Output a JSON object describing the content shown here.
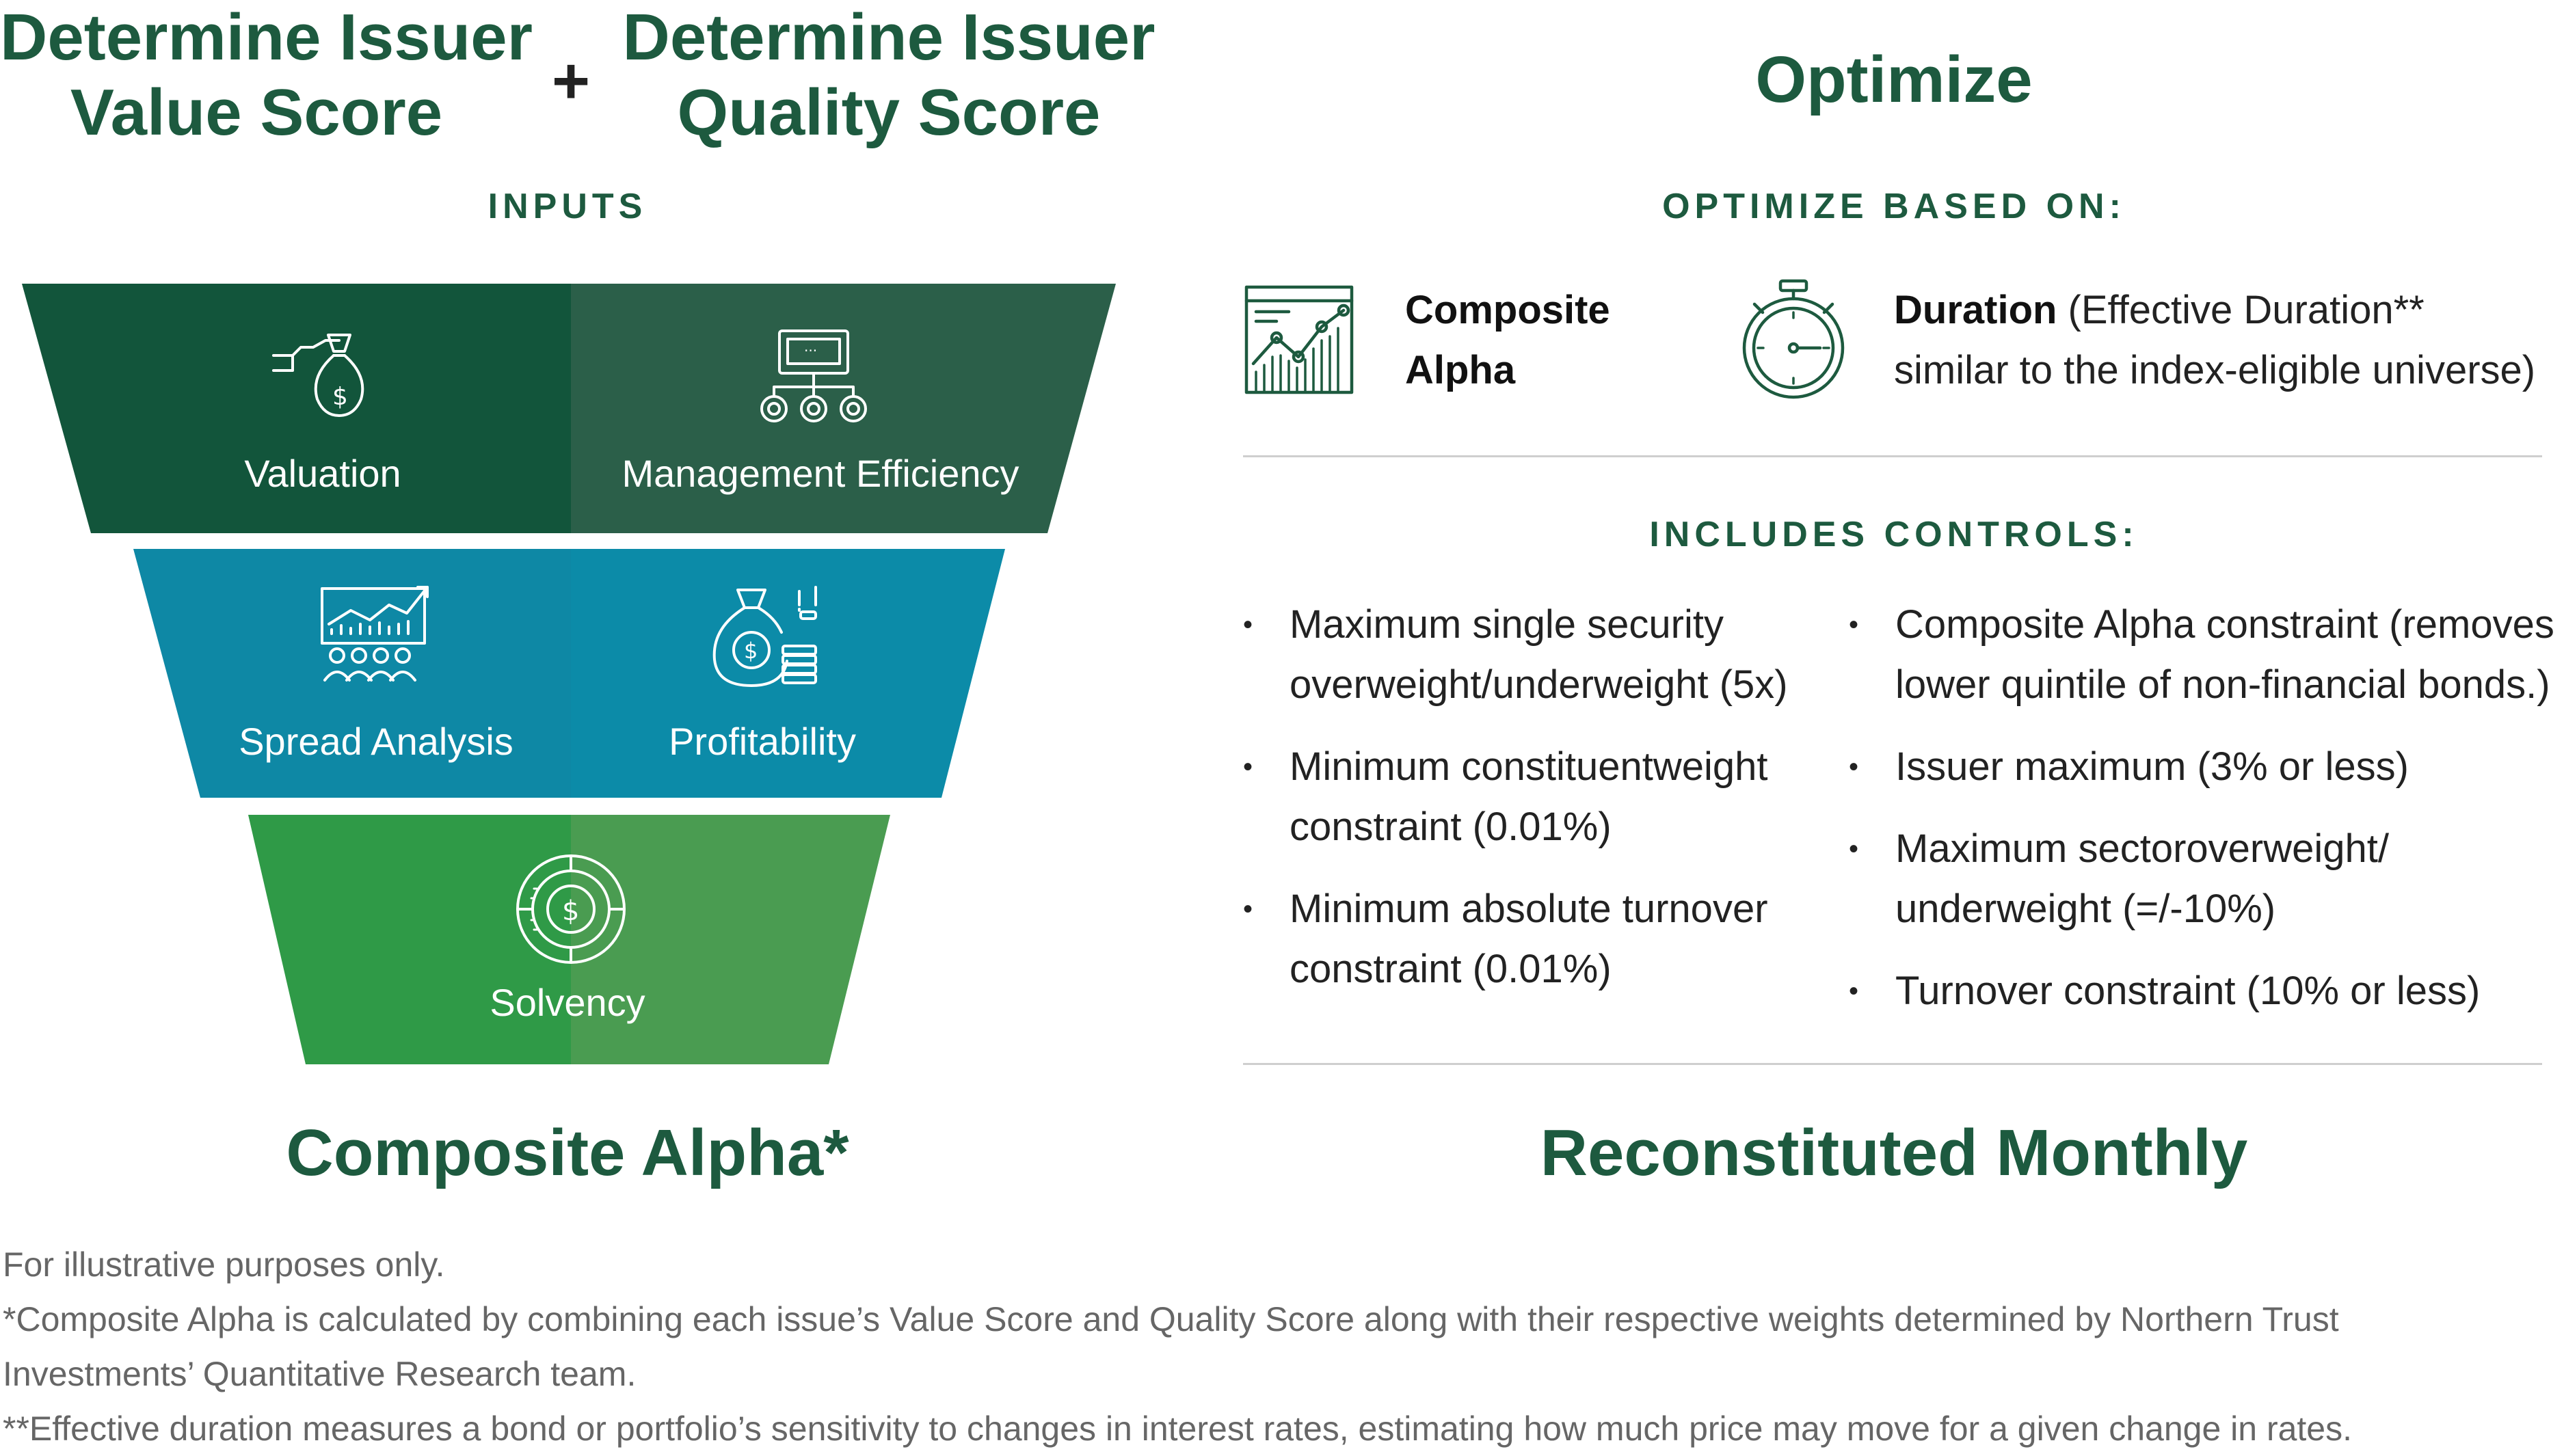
{
  "header": {
    "left_title_line1": "Determine Issuer",
    "left_title_line2": "Value Score",
    "plus": "+",
    "mid_title_line1": "Determine Issuer",
    "mid_title_line2": "Quality Score",
    "right_title": "Optimize"
  },
  "inputs": {
    "label": "INPUTS",
    "tiers": [
      {
        "label": "Valuation",
        "icon": "money-bag-hand-icon"
      },
      {
        "label": "Management Efficiency",
        "icon": "computer-network-icon"
      },
      {
        "label": "Spread Analysis",
        "icon": "chart-audience-icon"
      },
      {
        "label": "Profitability",
        "icon": "money-bag-coins-icon"
      },
      {
        "label": "Solvency",
        "icon": "dollar-dial-icon"
      }
    ],
    "colors": {
      "tier1_left": "#12553b",
      "tier1_right": "#2b5f49",
      "tier2_left": "#0e88a5",
      "tier2_right": "#0c8ba8",
      "tier3_left": "#2f9a47",
      "tier3_right": "#4a9c51"
    }
  },
  "optimize": {
    "label": "OPTIMIZE BASED ON:",
    "composite_line1": "Composite",
    "composite_line2": "Alpha",
    "duration_bold": "Duration",
    "duration_rest_line1": " (Effective Duration**",
    "duration_line2": "similar to the index-eligible universe)",
    "composite_icon": "line-chart-icon",
    "duration_icon": "stopwatch-icon"
  },
  "controls": {
    "label": "INCLUDES CONTROLS:",
    "left": [
      {
        "line1": "Maximum single security",
        "line2": "overweight/underweight (5x)"
      },
      {
        "line1": "Minimum constituentweight",
        "line2": "constraint (0.01%)"
      },
      {
        "line1": "Minimum absolute turnover",
        "line2": "constraint (0.01%)"
      }
    ],
    "right": [
      {
        "line1": "Composite Alpha constraint (removes",
        "line2": "lower quintile of non-financial bonds.)"
      },
      {
        "line1": "Issuer maximum (3% or less)",
        "line2": ""
      },
      {
        "line1": "Maximum sectoroverweight/",
        "line2": "underweight (=/-10%)"
      },
      {
        "line1": "Turnover constraint (10% or less)",
        "line2": ""
      }
    ]
  },
  "bottom": {
    "left": "Composite Alpha*",
    "right": "Reconstituted Monthly"
  },
  "footnotes": {
    "line1": "For illustrative purposes only.",
    "line2": "*Composite Alpha is calculated by combining each issue’s Value Score and Quality Score along with their respective weights determined by Northern Trust",
    "line3": "Investments’ Quantitative Research team.",
    "line4": "**Effective duration measures a bond or portfolio’s sensitivity to changes in interest rates, estimating how much price may move for a given change in rates."
  }
}
